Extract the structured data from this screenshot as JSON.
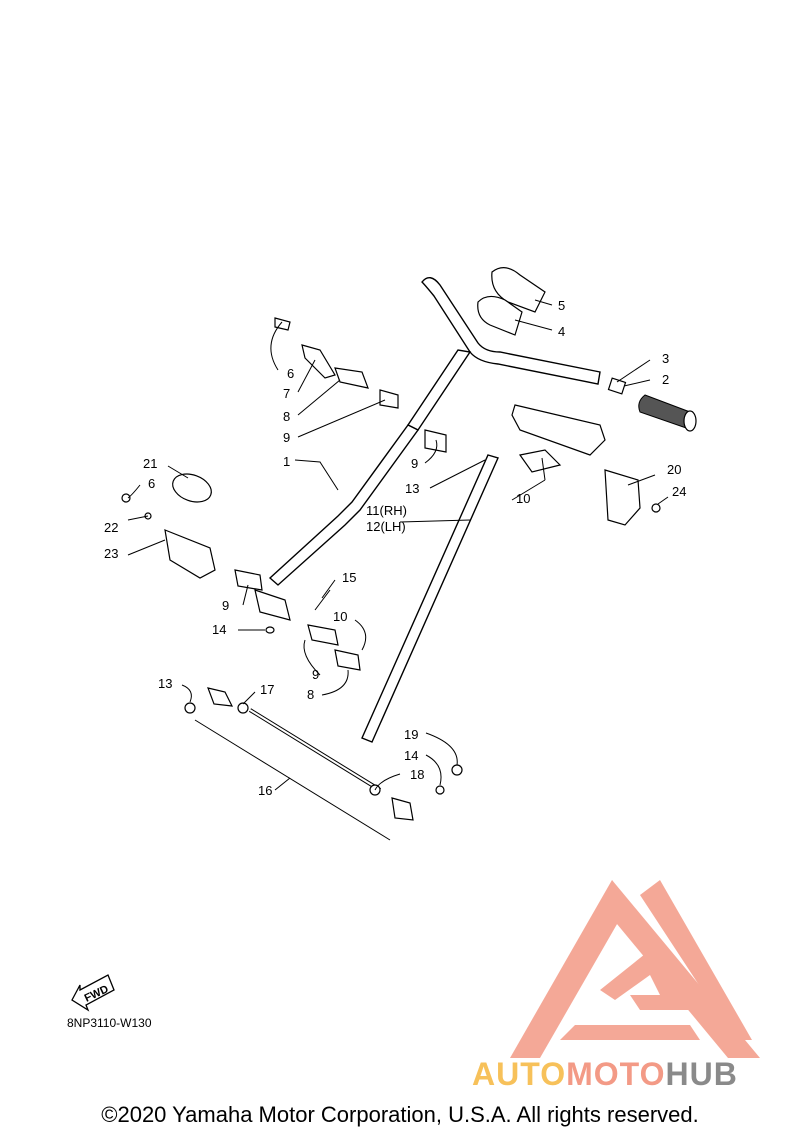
{
  "callouts": {
    "c1": "1",
    "c2": "2",
    "c3": "3",
    "c4": "4",
    "c5": "5",
    "c6a": "6",
    "c6b": "6",
    "c7": "7",
    "c8a": "8",
    "c8b": "8",
    "c9a": "9",
    "c9b": "9",
    "c9c": "9",
    "c9d": "9",
    "c10a": "10",
    "c10b": "10",
    "c11": "11(RH)",
    "c12": "12(LH)",
    "c13a": "13",
    "c13b": "13",
    "c14a": "14",
    "c14b": "14",
    "c15": "15",
    "c16": "16",
    "c17": "17",
    "c18": "18",
    "c19": "19",
    "c20": "20",
    "c21": "21",
    "c22": "22",
    "c23": "23",
    "c24": "24"
  },
  "fwd_label": "FWD",
  "drawing_code": "8NP3110-W130",
  "copyright": "©2020 Yamaha Motor Corporation, U.S.A. All rights reserved.",
  "watermark": {
    "part1": "AUTO",
    "part2": "MOTO",
    "part3": "HUB",
    "colors": [
      "#f7c15a",
      "#f39a86",
      "#8a8a8a"
    ]
  }
}
